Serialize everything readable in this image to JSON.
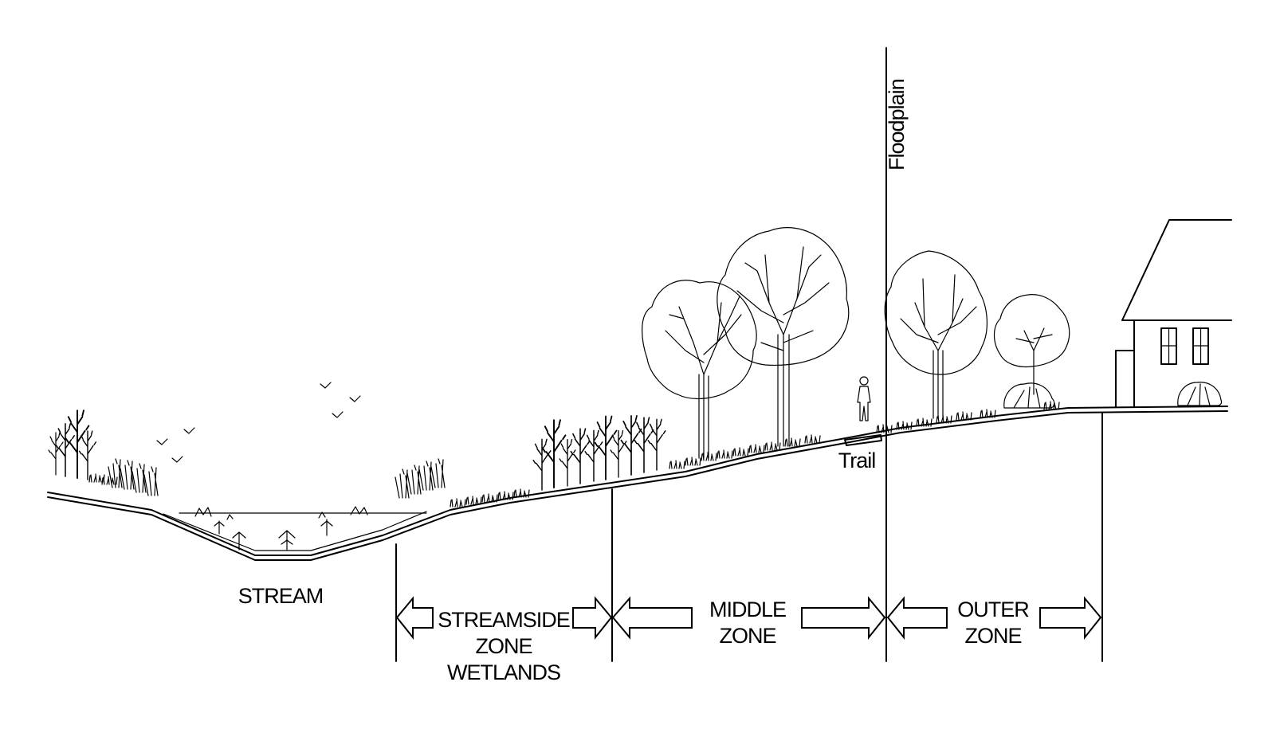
{
  "labels": {
    "stream": "STREAM",
    "floodplain": "Floodplain",
    "trail": "Trail",
    "zones": {
      "streamside": [
        "STREAMSIDE",
        "ZONE",
        "WETLANDS"
      ],
      "middle": [
        "MIDDLE",
        "ZONE"
      ],
      "outer": [
        "OUTER",
        "ZONE"
      ]
    }
  },
  "colors": {
    "ink": "#000000",
    "background": "#ffffff"
  },
  "icons": [
    "tree-icon",
    "shrub-icon",
    "reed-icon",
    "bird-icon",
    "person-icon",
    "house-icon",
    "arrow-icon"
  ]
}
